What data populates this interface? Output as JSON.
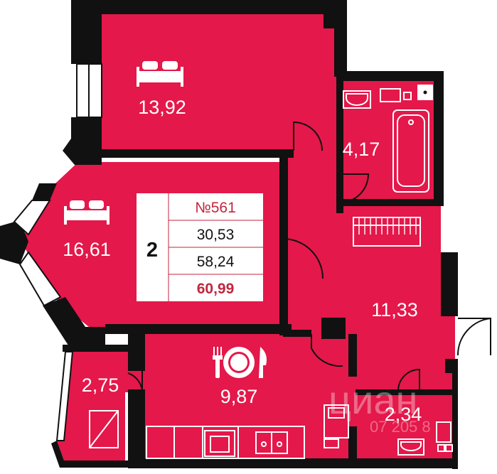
{
  "colors": {
    "room_fill": "#e4184a",
    "wall": "#111111",
    "accent_text": "#c2263d",
    "label_text": "#ffffff"
  },
  "rooms": {
    "bedroom_top": {
      "area": "13,92",
      "icon": "bed-icon"
    },
    "bedroom_left": {
      "area": "16,61",
      "icon": "bed-icon"
    },
    "bathroom": {
      "area": "4,17"
    },
    "hallway": {
      "area": "11,33"
    },
    "kitchen": {
      "area": "9,87",
      "icon": "plate-fork-knife-icon"
    },
    "balcony": {
      "area": "2,75"
    },
    "toilet": {
      "area": "2,34"
    }
  },
  "info_card": {
    "rooms_count": "2",
    "apartment_number": "№561",
    "living_area": "30,53",
    "total_area": "58,24",
    "total_with_balcony": "60,99"
  },
  "watermark": {
    "brand": "циан",
    "code": "07 205 8"
  }
}
